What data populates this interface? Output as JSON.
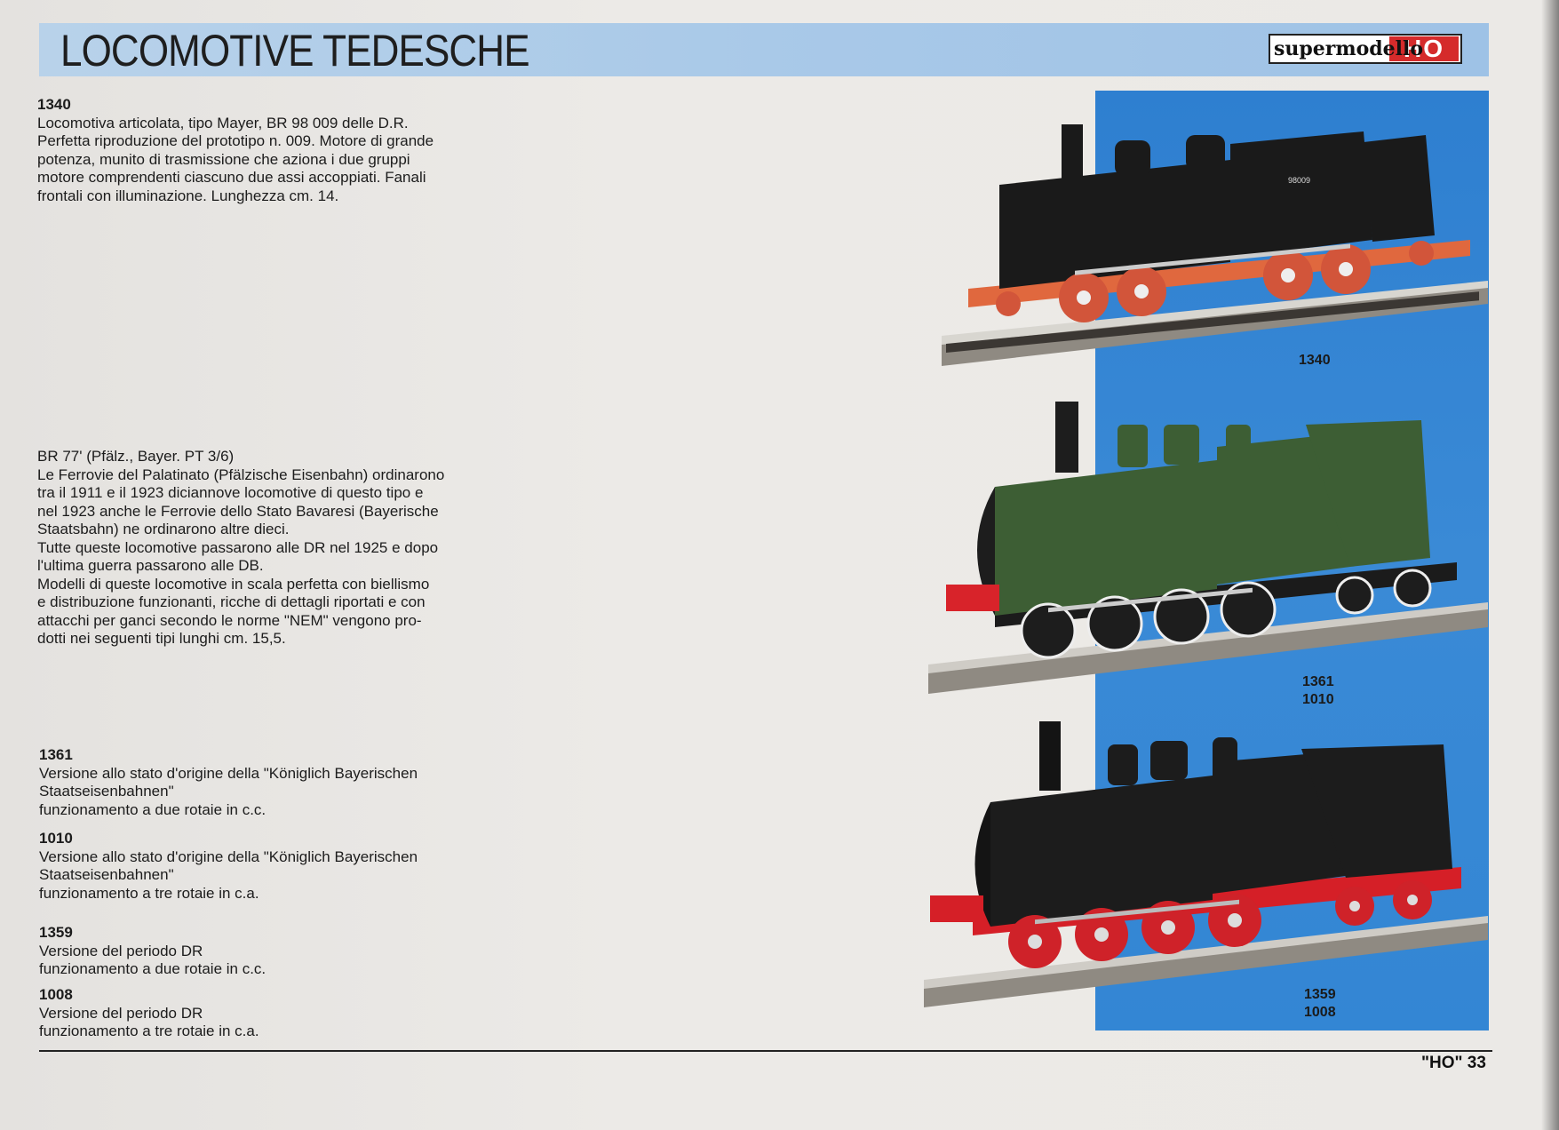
{
  "header": {
    "title": "LOCOMOTIVE TEDESCHE",
    "brand_text": "supermodello",
    "brand_ho": "HO"
  },
  "intro_1340": {
    "code": "1340",
    "lines": [
      "Locomotiva articolata, tipo Mayer, BR 98 009 delle D.R.",
      "Perfetta riproduzione del prototipo n. 009. Motore di grande",
      "potenza, munito di trasmissione che aziona i due gruppi",
      "motore comprendenti ciascuno due assi accoppiati. Fanali",
      "frontali con illuminazione. Lunghezza cm. 14."
    ]
  },
  "intro_br77": {
    "lines": [
      "BR 77' (Pfälz., Bayer. PT 3/6)",
      "Le Ferrovie del Palatinato (Pfälzische Eisenbahn) ordinarono",
      "tra il 1911 e il 1923 diciannove locomotive di questo tipo e",
      "nel 1923 anche le Ferrovie dello Stato Bavaresi (Bayerische",
      "Staatsbahn) ne ordinarono altre dieci.",
      "Tutte queste locomotive passarono alle DR nel 1925 e dopo",
      "l'ultima guerra passarono alle DB.",
      "Modelli di queste locomotive in scala perfetta con biellismo",
      "e distribuzione funzionanti, ricche di dettagli riportati e con",
      "attacchi per ganci secondo le norme \"NEM\" vengono pro-",
      "dotti nei seguenti tipi lunghi cm. 15,5."
    ]
  },
  "variants": [
    {
      "code": "1361",
      "lines": [
        "Versione allo stato d'origine della \"Königlich Bayerischen",
        "Staatseisenbahnen\"",
        "funzionamento a due rotaie in c.c."
      ]
    },
    {
      "code": "1010",
      "lines": [
        "Versione allo stato d'origine della \"Königlich Bayerischen",
        "Staatseisenbahnen\"",
        "funzionamento a tre rotaie in c.a."
      ]
    },
    {
      "code": "1359",
      "lines": [
        "Versione del periodo DR",
        "funzionamento a due rotaie in c.c."
      ]
    },
    {
      "code": "1008",
      "lines": [
        "Versione del periodo DR",
        "funzionamento a tre rotaie in c.a."
      ]
    }
  ],
  "photos": {
    "photo1": {
      "caption": "1340",
      "body": "#1a1a1a",
      "frame": "#e0683e",
      "wheel": "#d2553a",
      "plate": "98009"
    },
    "photo2": {
      "caption1": "1361",
      "caption2": "1010",
      "body": "#3d5e34",
      "frame": "#1b1b1b",
      "wheel": "#1d1d1d",
      "buffer": "#d8232a"
    },
    "photo3": {
      "caption1": "1359",
      "caption2": "1008",
      "body": "#1c1c1c",
      "frame": "#d51f27",
      "wheel": "#cf2229",
      "buffer": "#d51f27"
    }
  },
  "footer": {
    "folio": "\"HO\" 33"
  }
}
